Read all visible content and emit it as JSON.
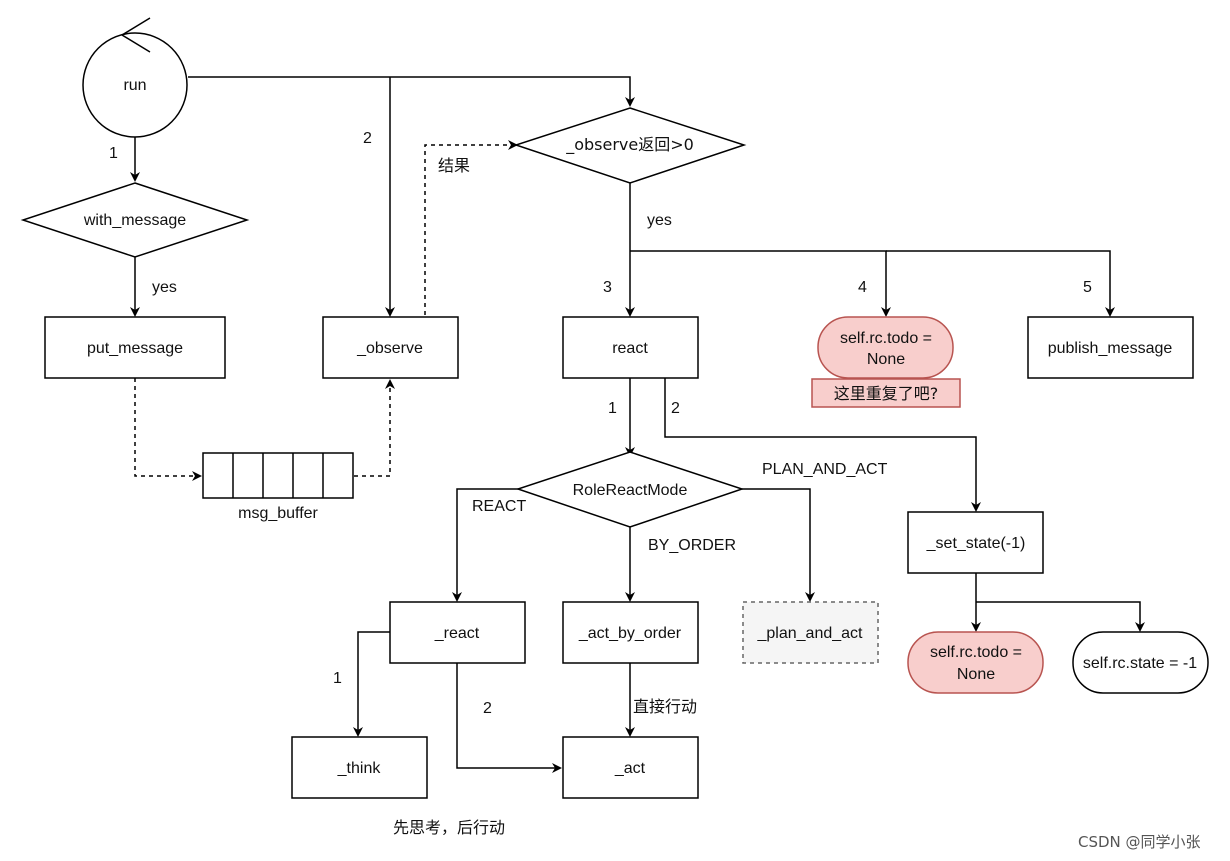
{
  "nodes": {
    "run": "run",
    "with_message": "with_message",
    "put_message": "put_message",
    "observe": "_observe",
    "msg_buffer": "msg_buffer",
    "observe_check": "_observe返回>0",
    "react": "react",
    "todo_none_top_line1": "self.rc.todo =",
    "todo_none_top_line2": "None",
    "repeat_note": "这里重复了吧?",
    "publish_message": "publish_message",
    "role_react_mode": "RoleReactMode",
    "set_state": "_set_state(-1)",
    "react_inner": "_react",
    "act_by_order": "_act_by_order",
    "plan_and_act": "_plan_and_act",
    "todo_none_bottom_line1": "self.rc.todo =",
    "todo_none_bottom_line2": "None",
    "rc_state": "self.rc.state = -1",
    "think": "_think",
    "act": "_act"
  },
  "edge_labels": {
    "run_to_with_message": "1",
    "run_to_observe": "2",
    "with_message_yes": "yes",
    "observe_result": "结果",
    "observe_check_yes": "yes",
    "step_3": "3",
    "step_4": "4",
    "step_5": "5",
    "react_1": "1",
    "react_2": "2",
    "mode_react": "REACT",
    "mode_by_order": "BY_ORDER",
    "mode_plan_and_act": "PLAN_AND_ACT",
    "react_inner_1": "1",
    "react_inner_2": "2",
    "direct_act": "直接行动",
    "think_then_act": "先思考，后行动"
  },
  "colors": {
    "highlight_fill": "#f8cecc",
    "highlight_stroke": "#b85450",
    "dashed_fill": "#f5f5f5",
    "dashed_stroke": "#666666"
  },
  "watermark": "CSDN @同学小张"
}
